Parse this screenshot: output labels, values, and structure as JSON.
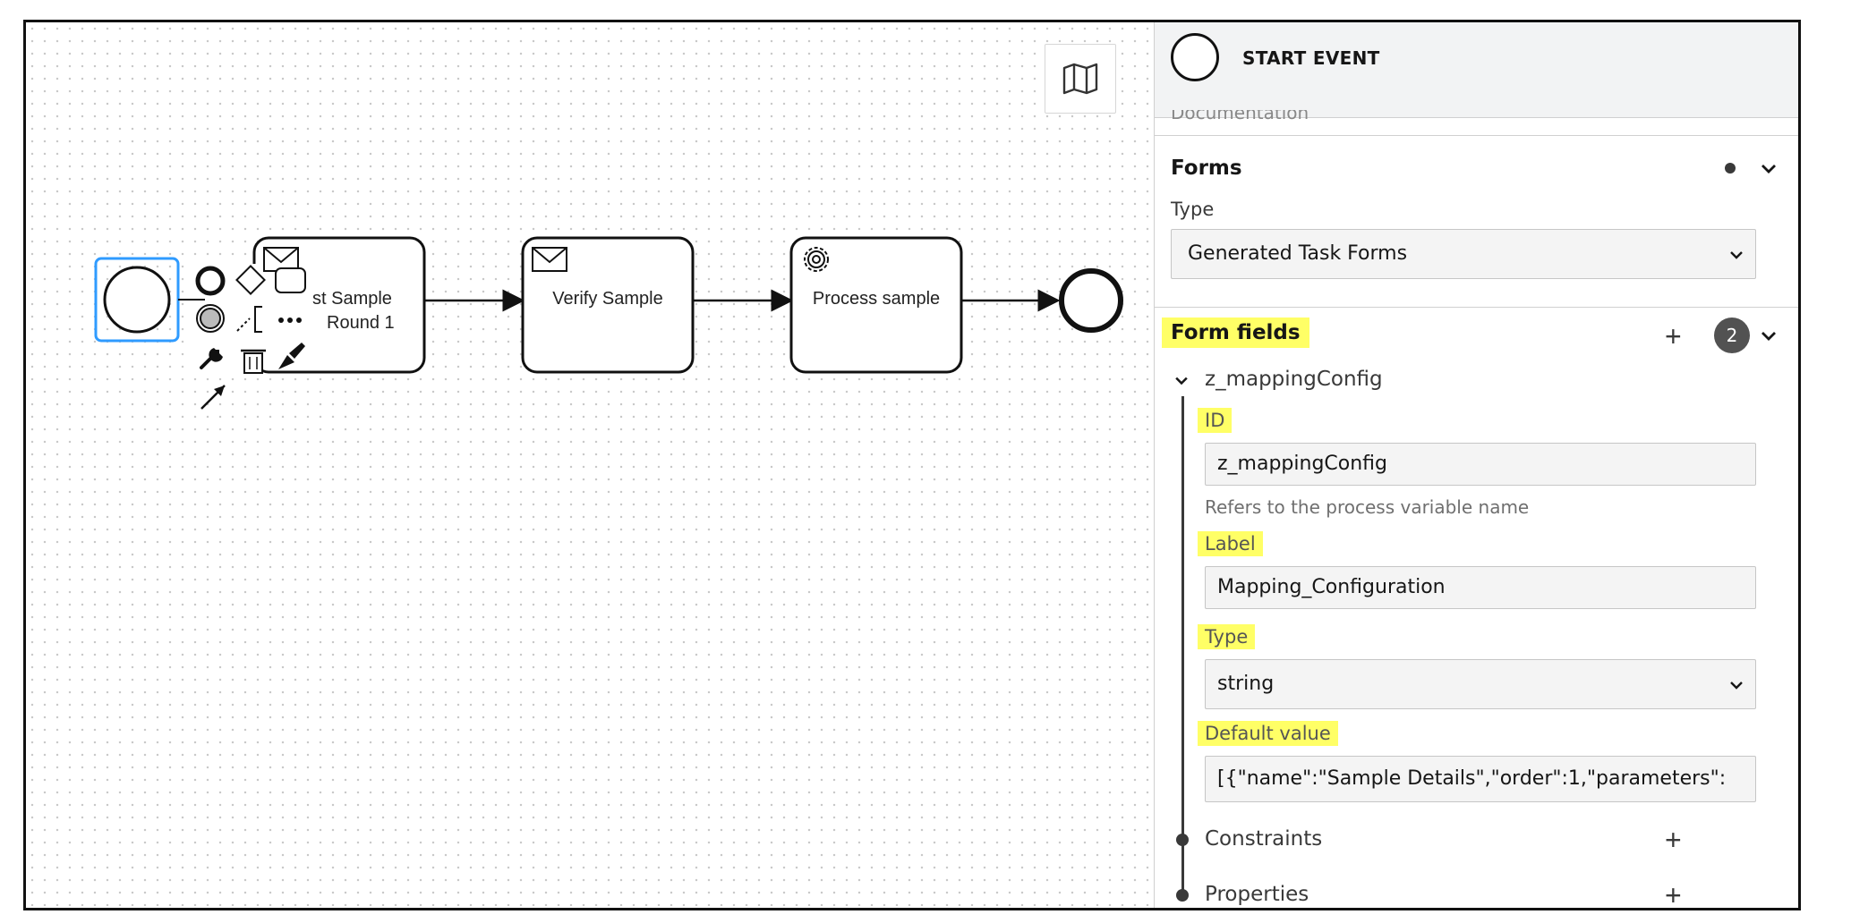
{
  "canvas": {
    "tasks": [
      {
        "label_line1": "st Sample",
        "label_line2": "Round 1",
        "icon": "envelope-icon"
      },
      {
        "label": "Verify Sample",
        "icon": "envelope-icon"
      },
      {
        "label": "Process sample",
        "icon": "gear-icon"
      }
    ],
    "minimap_icon": "map-icon",
    "context_pad_icons": [
      "end-event-icon",
      "gateway-icon",
      "task-icon",
      "intermediate-event-icon",
      "text-annotation-icon",
      "more-icon",
      "wrench-icon",
      "trash-icon",
      "paint-brush-icon",
      "connect-arrow-icon"
    ]
  },
  "panel": {
    "header_title": "START EVENT",
    "cut_section": "Documentation",
    "forms": {
      "title": "Forms",
      "type_label": "Type",
      "type_value": "Generated Task Forms"
    },
    "form_fields": {
      "title": "Form fields",
      "count": "2",
      "item_name": "z_mappingConfig",
      "id_label": "ID",
      "id_value": "z_mappingConfig",
      "id_help": "Refers to the process variable name",
      "label_label": "Label",
      "label_value": "Mapping_Configuration",
      "type_label": "Type",
      "type_value": "string",
      "default_label": "Default value",
      "default_value": "[{\"name\":\"Sample Details\",\"order\":1,\"parameters\":",
      "constraints_label": "Constraints",
      "properties_label": "Properties"
    },
    "highlight_color": "#ffff66"
  }
}
